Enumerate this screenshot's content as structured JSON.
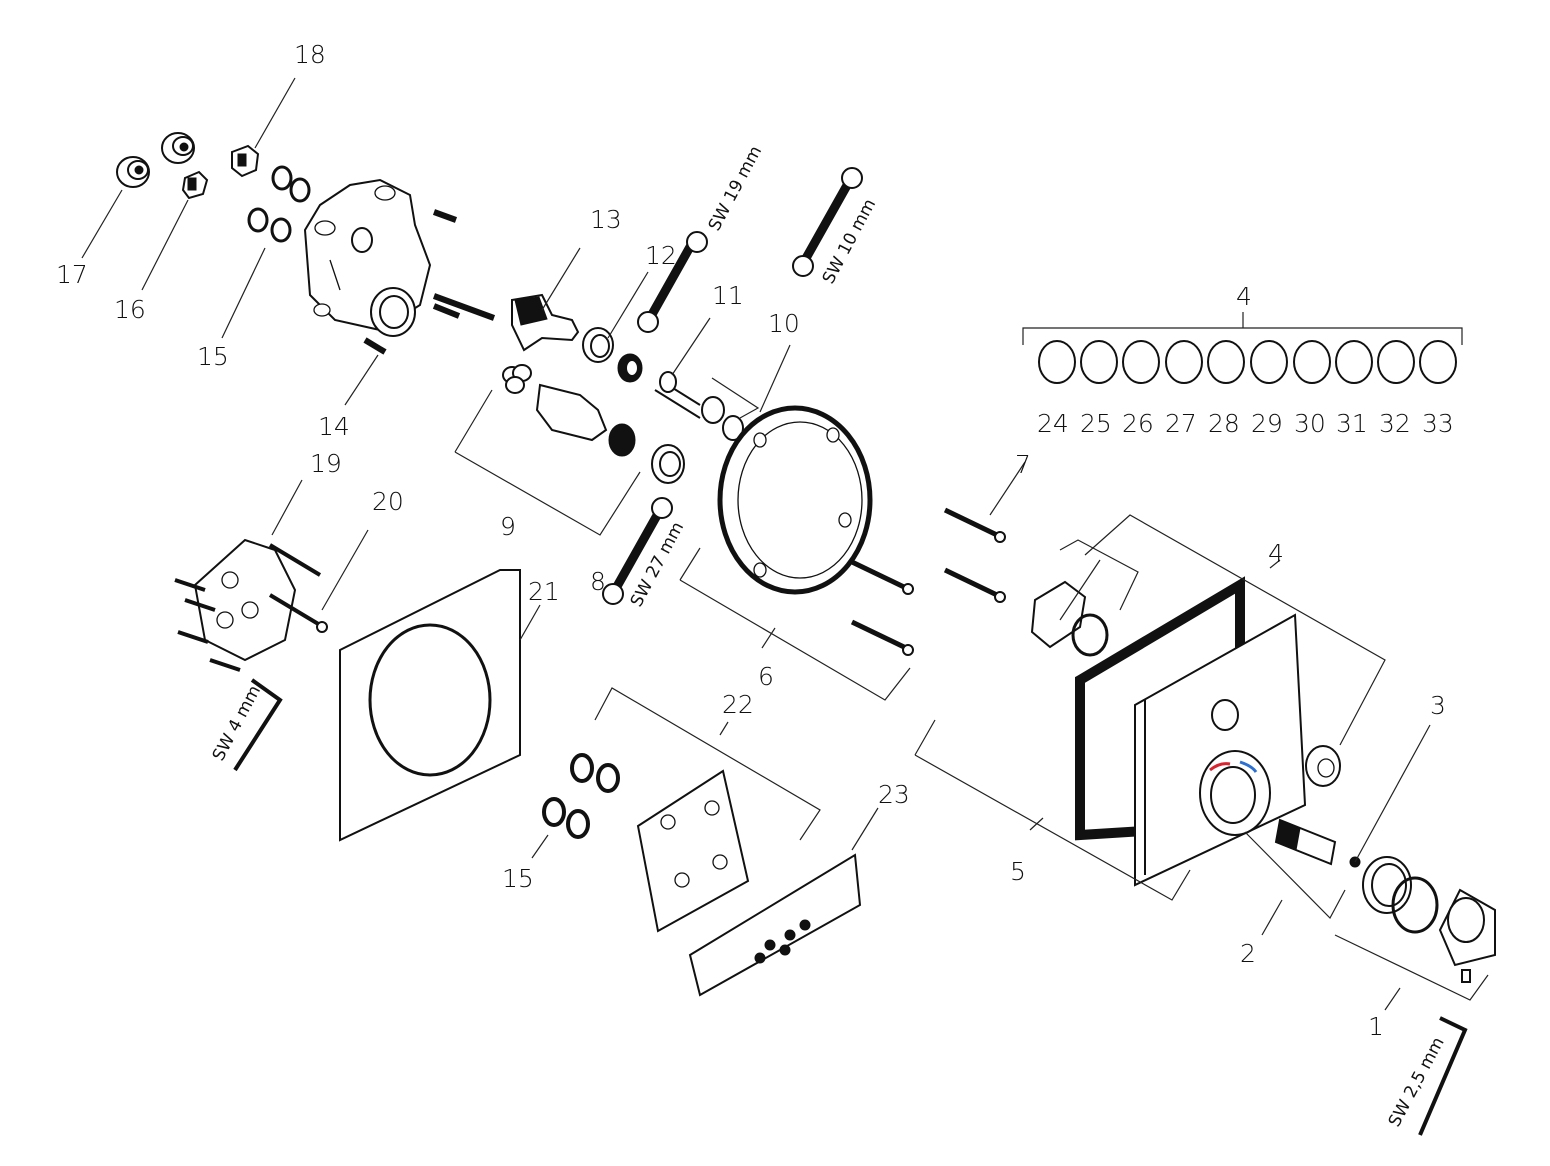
{
  "callouts": {
    "c1": "1",
    "c2": "2",
    "c3": "3",
    "c4a": "4",
    "c4b": "4",
    "c5": "5",
    "c6": "6",
    "c7": "7",
    "c8": "8",
    "c9": "9",
    "c10": "10",
    "c11": "11",
    "c12": "12",
    "c13": "13",
    "c14": "14",
    "c15a": "15",
    "c15b": "15",
    "c16": "16",
    "c17": "17",
    "c18": "18",
    "c19": "19",
    "c20": "20",
    "c21": "21",
    "c22": "22",
    "c23": "23"
  },
  "button_numbers": [
    "24",
    "25",
    "26",
    "27",
    "28",
    "29",
    "30",
    "31",
    "32",
    "33"
  ],
  "tools": {
    "sw19": "SW 19 mm",
    "sw10": "SW 10 mm",
    "sw27": "SW 27 mm",
    "sw4": "SW 4 mm",
    "sw25": "SW 2,5 mm"
  },
  "colors": {
    "hot_mark": "#d9232e",
    "cold_mark": "#2a6fd1",
    "line": "#111111"
  }
}
